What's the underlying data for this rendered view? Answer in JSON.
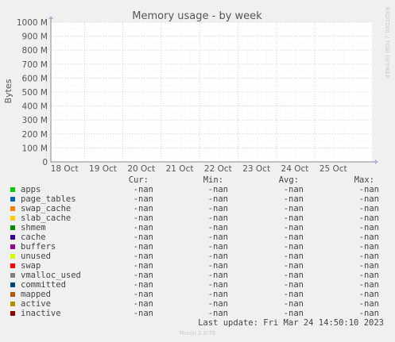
{
  "chart_data": {
    "type": "line",
    "title": "Memory usage - by week",
    "ylabel": "Bytes",
    "xlabel": "",
    "ylim": [
      0,
      1000000000
    ],
    "y_ticks": [
      "0",
      "100 M",
      "200 M",
      "300 M",
      "400 M",
      "500 M",
      "600 M",
      "700 M",
      "800 M",
      "900 M",
      "1000 M"
    ],
    "x_ticks": [
      "18 Oct",
      "19 Oct",
      "20 Oct",
      "21 Oct",
      "22 Oct",
      "23 Oct",
      "24 Oct",
      "25 Oct"
    ],
    "grid": true,
    "series": [
      {
        "name": "apps",
        "color": "#00cc00",
        "values": []
      },
      {
        "name": "page_tables",
        "color": "#0066b3",
        "values": []
      },
      {
        "name": "swap_cache",
        "color": "#ff8000",
        "values": []
      },
      {
        "name": "slab_cache",
        "color": "#ffcc00",
        "values": []
      },
      {
        "name": "shmem",
        "color": "#008f00",
        "values": []
      },
      {
        "name": "cache",
        "color": "#330099",
        "values": []
      },
      {
        "name": "buffers",
        "color": "#990099",
        "values": []
      },
      {
        "name": "unused",
        "color": "#ccff00",
        "values": []
      },
      {
        "name": "swap",
        "color": "#ff0000",
        "values": []
      },
      {
        "name": "vmalloc_used",
        "color": "#808080",
        "values": []
      },
      {
        "name": "committed",
        "color": "#00487d",
        "values": []
      },
      {
        "name": "mapped",
        "color": "#b35a00",
        "values": []
      },
      {
        "name": "active",
        "color": "#b38f00",
        "values": []
      },
      {
        "name": "inactive",
        "color": "#8f0000",
        "values": []
      }
    ]
  },
  "legend": {
    "headers": {
      "cur": "Cur:",
      "min": "Min:",
      "avg": "Avg:",
      "max": "Max:"
    },
    "rows": [
      {
        "name": "apps",
        "color": "#00cc00",
        "cur": "-nan",
        "min": "-nan",
        "avg": "-nan",
        "max": "-nan"
      },
      {
        "name": "page_tables",
        "color": "#0066b3",
        "cur": "-nan",
        "min": "-nan",
        "avg": "-nan",
        "max": "-nan"
      },
      {
        "name": "swap_cache",
        "color": "#ff8000",
        "cur": "-nan",
        "min": "-nan",
        "avg": "-nan",
        "max": "-nan"
      },
      {
        "name": "slab_cache",
        "color": "#ffcc00",
        "cur": "-nan",
        "min": "-nan",
        "avg": "-nan",
        "max": "-nan"
      },
      {
        "name": "shmem",
        "color": "#008f00",
        "cur": "-nan",
        "min": "-nan",
        "avg": "-nan",
        "max": "-nan"
      },
      {
        "name": "cache",
        "color": "#330099",
        "cur": "-nan",
        "min": "-nan",
        "avg": "-nan",
        "max": "-nan"
      },
      {
        "name": "buffers",
        "color": "#990099",
        "cur": "-nan",
        "min": "-nan",
        "avg": "-nan",
        "max": "-nan"
      },
      {
        "name": "unused",
        "color": "#ccff00",
        "cur": "-nan",
        "min": "-nan",
        "avg": "-nan",
        "max": "-nan"
      },
      {
        "name": "swap",
        "color": "#ff0000",
        "cur": "-nan",
        "min": "-nan",
        "avg": "-nan",
        "max": "-nan"
      },
      {
        "name": "vmalloc_used",
        "color": "#808080",
        "cur": "-nan",
        "min": "-nan",
        "avg": "-nan",
        "max": "-nan"
      },
      {
        "name": "committed",
        "color": "#00487d",
        "cur": "-nan",
        "min": "-nan",
        "avg": "-nan",
        "max": "-nan"
      },
      {
        "name": "mapped",
        "color": "#b35a00",
        "cur": "-nan",
        "min": "-nan",
        "avg": "-nan",
        "max": "-nan"
      },
      {
        "name": "active",
        "color": "#b38f00",
        "cur": "-nan",
        "min": "-nan",
        "avg": "-nan",
        "max": "-nan"
      },
      {
        "name": "inactive",
        "color": "#8f0000",
        "cur": "-nan",
        "min": "-nan",
        "avg": "-nan",
        "max": "-nan"
      }
    ]
  },
  "last_update": "Last update: Fri Mar 24 14:50:10 2023",
  "footer": "Munin 2.0.76",
  "side_label": "RRDTOOL / TOBI OETIKER"
}
